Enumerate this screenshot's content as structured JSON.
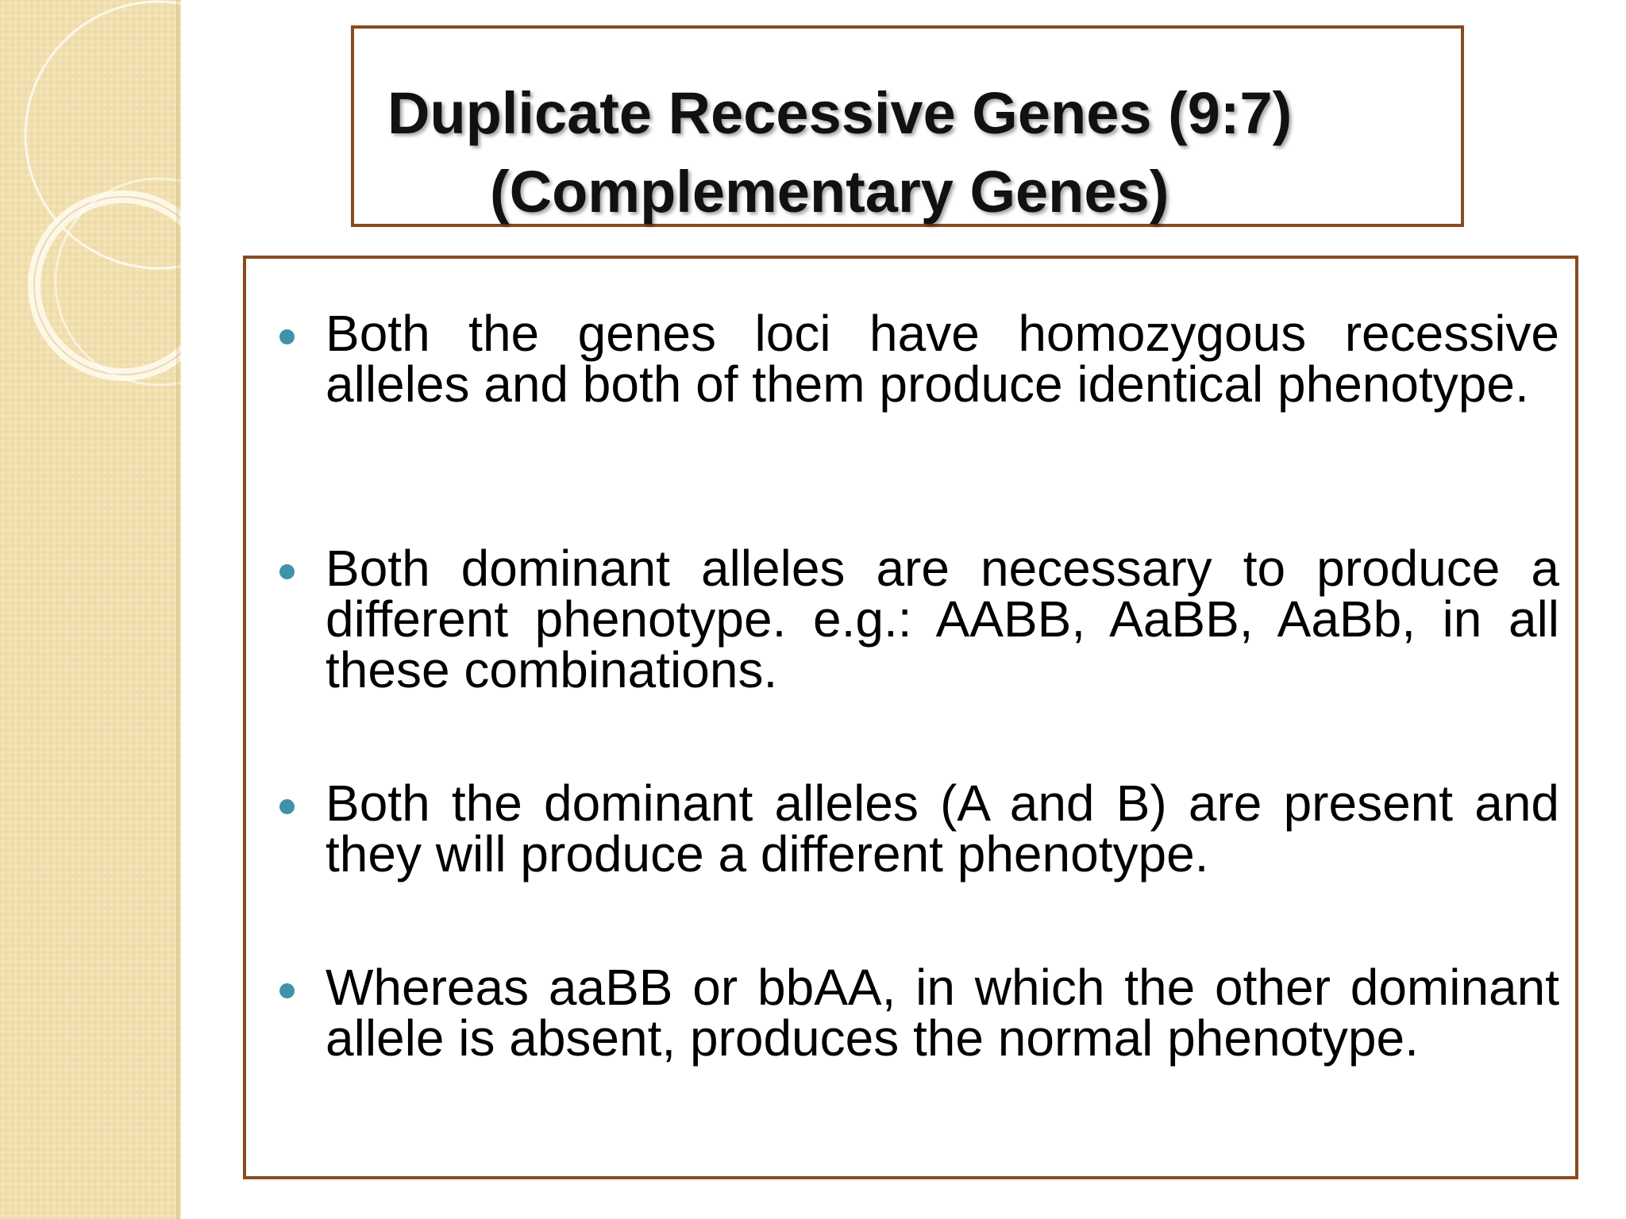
{
  "slide": {
    "title_line_1": "Duplicate Recessive Genes (9:7)",
    "title_line_2": "(Complementary Genes)",
    "bullets": [
      {
        "text": "Both the genes loci have homozygous recessive alleles and both of them produce identical phenotype."
      },
      {
        "text": "Both dominant alleles are necessary to produce a different phenotype. e.g.: AABB, AaBB, AaBb, in all these combinations."
      },
      {
        "text": "Both the dominant alleles (A and B) are present and they will produce a different phenotype."
      },
      {
        "text": "Whereas aaBB or bbAA, in which the other dominant allele is absent, produces the normal phenotype."
      }
    ]
  },
  "colors": {
    "border": "#8a4a1f",
    "bullet": "#3f93a8",
    "side_strip": "#f1dfae"
  }
}
